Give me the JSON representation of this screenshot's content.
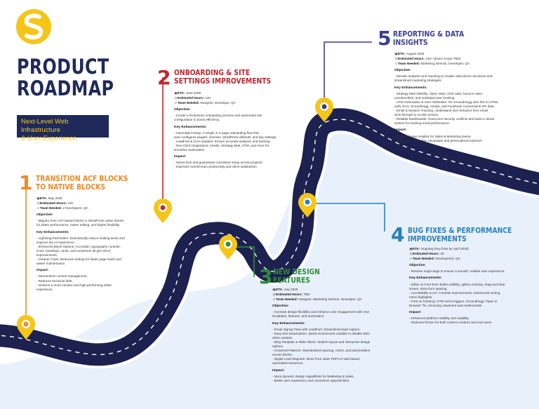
{
  "header": {
    "title_line1": "PRODUCT",
    "title_line2": "ROADMAP",
    "subtitle_line1": "Next-Level Web Infrastructure",
    "subtitle_line2": "& User Experience"
  },
  "colors": {
    "navy": "#1f2a5a",
    "road": "#1d2150",
    "road_edge": "#e6f0fb",
    "pin": "#f5c518",
    "p1": "#f08a24",
    "p2": "#c0262d",
    "p3": "#2e8b3a",
    "p4": "#2a7fbf",
    "p5": "#3b3f8f"
  },
  "phases": [
    {
      "num": "1",
      "title_l1": "TRANSITION ACF BLOCKS",
      "title_l2": "TO NATIVE BLOCKS",
      "eta": "May 2025",
      "hours": "120",
      "team": "2 Developers, QA",
      "objective": [
        "- Migrate from ACF-based blocks to WordPress native blocks",
        "  for better performance, easier editing, and higher flexibility."
      ],
      "enhancements": [
        "- Lightning-Fast Editor: Dramatically reduce loading times and",
        "  improve the UI experience.",
        "- Enhanced Block Options: Accordion, typography controls,",
        "  icons, headings, cards, and containers all get UI/UX",
        "  improvements.",
        "- Cleaner Code: Reduced markup for faster page loads and",
        "  easier maintenance."
      ],
      "impact": [
        "- Streamlines content management.",
        "- Reduces technical debt.",
        "- Delivers a more intuitive and high-performing editor",
        "  experience."
      ]
    },
    {
      "num": "2",
      "title_l1": "ONBOARDING & SITE",
      "title_l2": "SETTINGS IMPROVEMENTS",
      "eta": "June 2025",
      "hours": "120",
      "team": "Designer, Developer, QA",
      "objective": [
        "- Create a frictionless onboarding process and automated site",
        "  configuration to boost efficiency."
      ],
      "enhancements": [
        "- Automated Setup: A simple 3–5 page onboarding flow that",
        "  auto-configures plugins, licenses, WordPress defaults, and key settings.",
        "- LeadFuel & GA4 Updates: Ensure accurate analytics and tracking.",
        "- One-Click Integrations: Amelia, Strategy Mail, GTM, and more for",
        "  smoother automation."
      ],
      "impact": [
        "- Saves time and guarantees consistent setup across projects.",
        "- Improves overall team productivity and client satisfaction."
      ]
    },
    {
      "num": "3",
      "title_l1": "NEW DESIGN",
      "title_l2": "FEATURES",
      "eta": "July 2025",
      "hours": "TBD",
      "team": "Designer, Marketing Director, Developer, QA",
      "objective": [
        "- Increase design flexibility and enhance user engagement with new",
        "  templates, features, and automation"
      ],
      "enhancements": [
        "- Email Signup Flow with LeadFuel: Streamlined lead capture.",
        "- Easy Site Deactivation: Quick environment variable to disable sites",
        "  when needed.",
        "- Blog Template & Slider Block: Modern layout and interactive design",
        "  options.",
        "- Universal Patterns: Standardized spacing, colors, and placeholders",
        "  across blocks.",
        "- Digital Lead Magnets: Move from static PDFs to web-based,",
        "  automated resources."
      ],
      "impact": [
        "- More dynamic design capabilities for Marketing & Sales.",
        "- Better user experience and conversion opportunities."
      ]
    },
    {
      "num": "4",
      "title_l1": "BUG FIXES & PERFORMANCE",
      "title_l2": "IMPROVEMENTS",
      "eta": "Ongoing (Key fixes by April 2025)",
      "hours": "20",
      "team": "Developer(s), QA",
      "objective": [
        "- Resolve major bugs to ensure a smooth, reliable user experience."
      ],
      "enhancements": [
        "- Editor & Front-End: Bullet visibility, gallery resizing, drag-and-drop",
        "  issues, extra form spacing.",
        "- Accessibility & UX: Contrast improvements, testimonial sorting,",
        "  menu highlights.",
        "- Form & Tracking: GTM event triggers, Groundhogg \"Open in",
        "  Browser\" fix, removing unwanted auto-testimonials."
      ],
      "impact": [
        "- Enhanced platform stability and usability.",
        "- Reduces friction for both content creators and end users."
      ]
    },
    {
      "num": "5",
      "title_l1": "REPORTING & DATA",
      "title_l2": "INSIGHTS",
      "eta": "August 2025",
      "hours": "120+ (Exact scope TBD)",
      "team": "Marketing Director, Developer, QA",
      "objective": [
        "- Elevate analytics and reporting to enable data-driven decisions and",
        "  streamlined marketing strategies."
      ],
      "enhancements": [
        "- Strategy Mail Visibility: Open rates, click rates, bounce rates,",
        "  unsubscribes, and individual user tracking.",
        "- UTM Automation & User Attribution: Tie GroundHogg user IDs to UTMs,",
        "  unify GA4, Groundhogg, Amelia, and Facebook Conversions API data.",
        "- Email & Session Tracking: Understand user behavior from email",
        "  click-through to on-site actions.",
        "- Reliable Dashboards: Overcome security conflicts and build a robust",
        "  system for tracking email performance."
      ],
      "impact": [
        "- Deliver deeper insights for Sales & Marketing teams.",
        "- Drives more effective campaigns and personalized outreach."
      ]
    }
  ],
  "labels": {
    "eta": "ETA:",
    "hours": "Estimated Hours:",
    "team": "Team Needed:",
    "objective": "Objective:",
    "enhancements": "Key Enhancements:",
    "impact": "Impact:"
  }
}
